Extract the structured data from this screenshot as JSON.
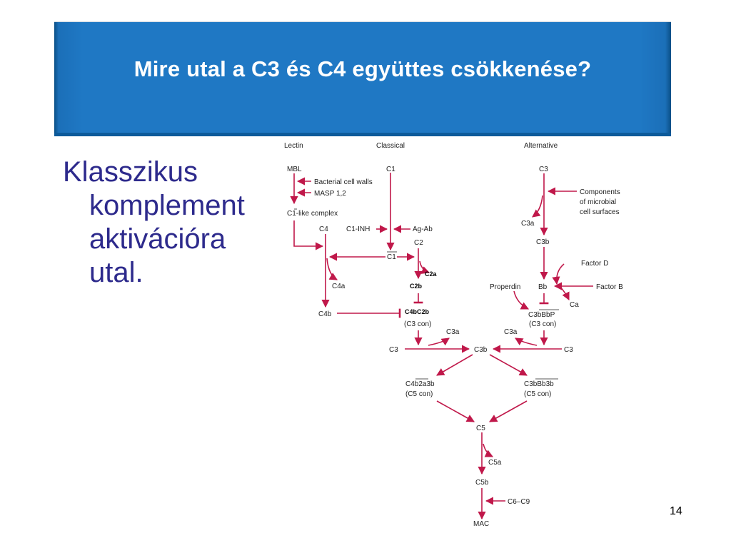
{
  "slide": {
    "title": "Mire utal a C3 és C4 együttes csökkenése?",
    "bullet_lines": [
      "Klasszikus",
      "komplement",
      "aktivációra",
      "utal."
    ],
    "slide_number": "14"
  },
  "diagram": {
    "colors": {
      "arrow": "#c0184a",
      "text": "#222222",
      "header_blue": "#1f78c4",
      "bullet_text": "#2d2a8c"
    },
    "headers": {
      "lectin": "Lectin",
      "classical": "Classical",
      "alternative": "Alternative"
    },
    "lectin": {
      "mbl": "MBL",
      "bacterial": "Bacterial cell walls",
      "masp": "MASP 1,2",
      "c1like": "C1-like complex"
    },
    "classical": {
      "c1": "C1",
      "c1inh": "C1-INH",
      "agab": "Ag-Ab",
      "c4": "C4",
      "c2": "C2",
      "c1bar": "C1",
      "c4a": "C4a",
      "c2a": "C2a",
      "c2b": "C2b",
      "c4b": "C4b",
      "c4bc2b": "C4bC2b",
      "c3con": "(C3 con)"
    },
    "alternative": {
      "c3": "C3",
      "comp1": "Components",
      "comp2": "of microbial",
      "comp3": "cell surfaces",
      "c3a": "C3a",
      "c3b": "C3b",
      "factord": "Factor D",
      "properdin": "Properdin",
      "bb": "Bb",
      "factorb": "Factor B",
      "ca": "Ca",
      "c3bbbp": "C3bBbP",
      "c3con": "(C3 con)"
    },
    "common": {
      "c3a_left": "C3a",
      "c3a_right": "C3a",
      "c3_left": "C3",
      "c3b": "C3b",
      "c3_right": "C3",
      "c4b2a3b": "C4b2a3b",
      "c5con_left": "(C5 con)",
      "c3bbb3b": "C3bBb3b",
      "c5con_right": "(C5 con)",
      "c5": "C5",
      "c5a": "C5a",
      "c5b": "C5b",
      "c6c9": "C6–C9",
      "mac": "MAC"
    }
  }
}
